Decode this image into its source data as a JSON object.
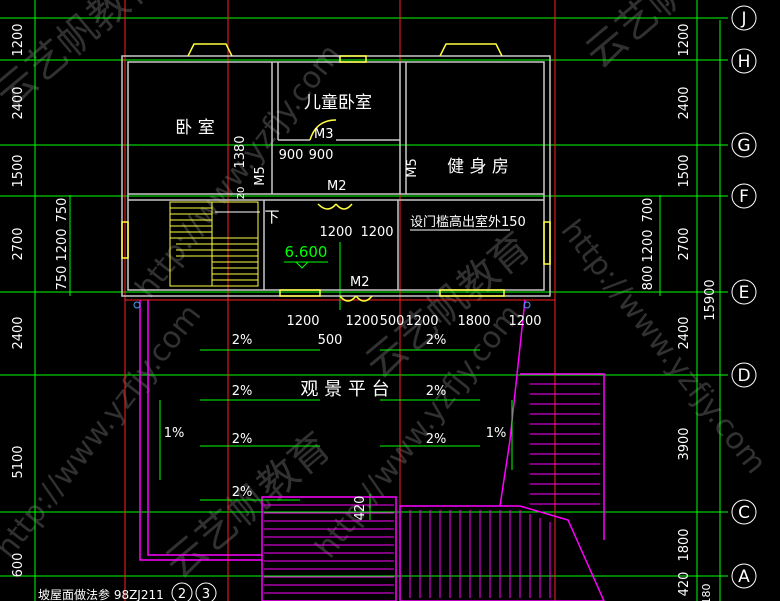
{
  "axes": {
    "rows": [
      {
        "label": "J",
        "key": "J"
      },
      {
        "label": "H",
        "key": "H"
      },
      {
        "label": "G",
        "key": "G"
      },
      {
        "label": "F",
        "key": "F"
      },
      {
        "label": "E",
        "key": "E"
      },
      {
        "label": "D",
        "key": "D"
      },
      {
        "label": "C",
        "key": "C"
      },
      {
        "label": "A",
        "key": "A"
      }
    ],
    "bottom_cols": [
      "2",
      "3"
    ]
  },
  "left_dims": [
    "1200",
    "2400",
    "1500",
    "2700",
    "2400",
    "5100",
    "600",
    "750",
    "1200",
    "750"
  ],
  "right_dims": [
    "1200",
    "2400",
    "1500",
    "2700",
    "2400",
    "3900",
    "1800",
    "420",
    "180",
    "700",
    "1200",
    "800",
    "15900"
  ],
  "rooms": {
    "bedroom": "卧 室",
    "child_bedroom": "儿童卧室",
    "gym": "健 身 房",
    "terrace": "观 景 平 台",
    "stairs_down": "下"
  },
  "doors": {
    "m3": "M3",
    "m2_upper": "M2",
    "m2_lower": "M2",
    "m5_left": "M5",
    "m5_right": "M5"
  },
  "interior_dims": {
    "d900a": "900",
    "d900b": "900",
    "d1380": "1380",
    "d20": "20",
    "d1200a": "1200",
    "d1200b": "1200",
    "bottom": [
      "1200",
      "1200",
      "500",
      "1200",
      "1800",
      "1200"
    ],
    "d500": "500",
    "d420": "420"
  },
  "elevation": "6.600",
  "note": "设门槛高出室外150",
  "slopes": {
    "s1": "2%",
    "s2": "2%",
    "s3": "2%",
    "s4": "2%",
    "s5": "2%",
    "s6": "2%",
    "s7": "2%",
    "s8": "1%",
    "s9": "1%"
  },
  "footer": "坡屋面做法参 98ZJ211",
  "watermarks": {
    "url": "http://www.yzfjy.com",
    "brand": "云艺帆教育"
  },
  "colors": {
    "background": "#000000",
    "wall": "#c8c8c8",
    "axis_line": "#00ff00",
    "red_line": "#ff2020",
    "dim_text": "#ffffff",
    "window": "#ffff40",
    "roof": "#ff00ff",
    "slope_arrow": "#00ff00"
  }
}
